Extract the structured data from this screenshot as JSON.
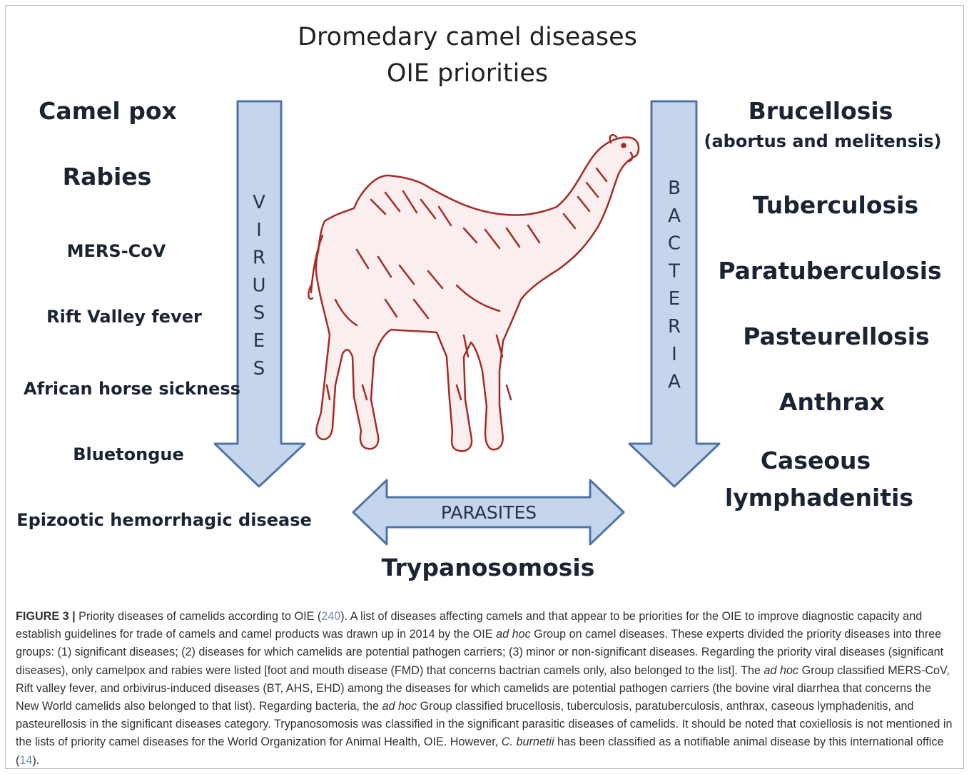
{
  "title_line1": "Dromedary camel diseases",
  "title_line2": "OIE priorities",
  "viruses": {
    "label_letters": [
      "V",
      "I",
      "R",
      "U",
      "S",
      "E",
      "S"
    ],
    "items": [
      "Camel pox",
      "Rabies",
      "MERS-CoV",
      "Rift Valley fever",
      "African horse sickness",
      "Bluetongue",
      "Epizootic hemorrhagic disease"
    ]
  },
  "bacteria": {
    "label_letters": [
      "B",
      "A",
      "C",
      "T",
      "E",
      "R",
      "I",
      "A"
    ],
    "items": [
      "Brucellosis",
      "(abortus and melitensis)",
      "Tuberculosis",
      "Paratuberculosis",
      "Pasteurellosis",
      "Anthrax",
      "Caseous",
      "lymphadenitis"
    ]
  },
  "parasites": {
    "label": "PARASITES",
    "items": [
      "Trypanosomosis"
    ]
  },
  "colors": {
    "arrow_fill": "#c5d6ec",
    "arrow_stroke": "#4f74a6",
    "camel": "#a52a25"
  },
  "icons": {
    "camel": "camel-drawing"
  },
  "caption": {
    "label": "FIGURE 3 |",
    "p1": " Priority diseases of camelids according to OIE (",
    "ref1": "240",
    "p2": "). A list of diseases affecting camels and that appear to be priorities for the OIE to improve diagnostic capacity and establish guidelines for trade of camels and camel products was drawn up in 2014 by the OIE ",
    "i1": "ad hoc",
    "p3": " Group on camel diseases. These experts divided the priority diseases into three groups: (1) significant diseases; (2) diseases for which camelids are potential pathogen carriers; (3) minor or non-significant diseases. Regarding the priority viral diseases (significant diseases), only camelpox and rabies were listed [foot and mouth disease (FMD) that concerns bactrian camels only, also belonged to the list]. The ",
    "i2": "ad hoc",
    "p4": " Group classified MERS-CoV, Rift valley fever, and orbivirus-induced diseases (BT, AHS, EHD) among the diseases for which camelids are potential pathogen carriers (the bovine viral diarrhea that concerns the New World camelids also belonged to that list). Regarding bacteria, the ",
    "i3": "ad hoc",
    "p5": " Group classified brucellosis, tuberculosis, paratuberculosis, anthrax, caseous lymphadenitis, and pasteurellosis in the significant diseases category. Trypanosomosis was classified in the significant parasitic diseases of camelids. It should be noted that coxiellosis is not mentioned in the lists of priority camel diseases for the World Organization for Animal Health, OIE. However, ",
    "i4": "C. burnetii",
    "p6": " has been classified as a notifiable animal disease by this international office (",
    "ref2": "14",
    "p7": ")."
  }
}
